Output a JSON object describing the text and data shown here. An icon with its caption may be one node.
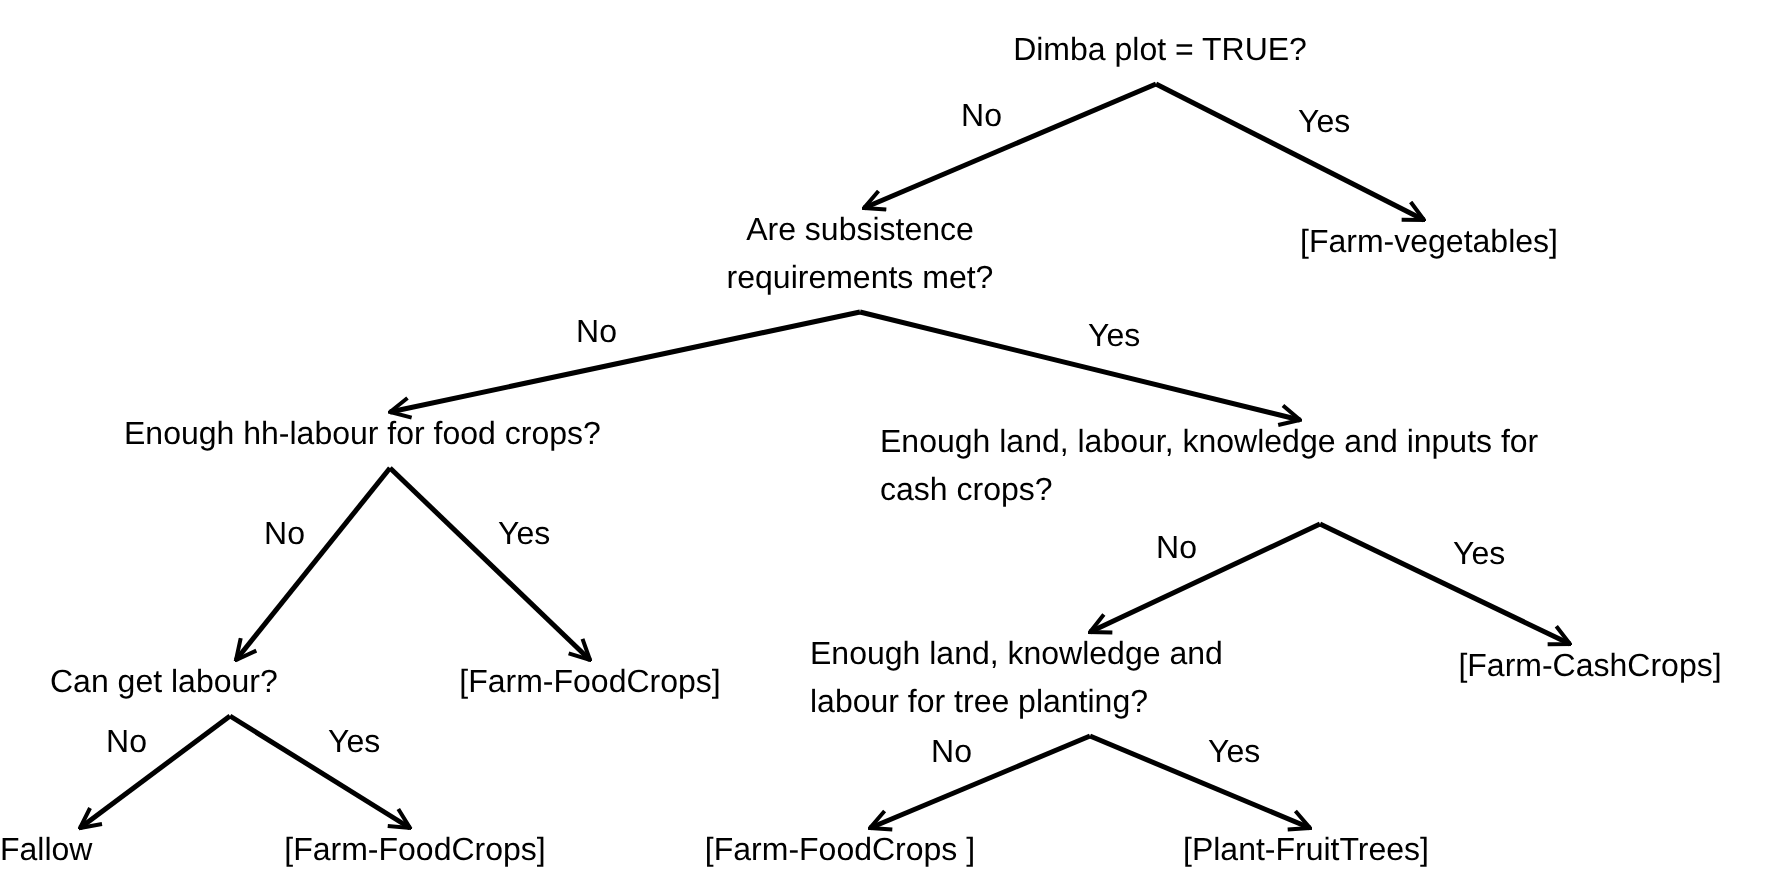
{
  "diagram": {
    "nodes": [
      {
        "text": [
          "Dimba plot = TRUE?"
        ]
      },
      {
        "text": [
          "Are subsistence requirements met?"
        ]
      },
      {
        "text": [
          "[Farm-vegetables]"
        ]
      },
      {
        "text": [
          "Enough hh-labour for food crops?"
        ]
      },
      {
        "text": [
          "Enough land, labour, knowledge and inputs for cash crops?"
        ]
      },
      {
        "text": [
          "Can get labour?"
        ]
      },
      {
        "text": [
          "[Farm-FoodCrops]"
        ]
      },
      {
        "text": [
          "Enough land, knowledge and labour for tree planting?"
        ]
      },
      {
        "text": [
          "[Farm-CashCrops]"
        ]
      },
      {
        "text": [
          "Fallow"
        ]
      },
      {
        "text": [
          "[Farm-FoodCrops]"
        ]
      },
      {
        "text": [
          "[Farm-FoodCrops ]"
        ]
      },
      {
        "text": [
          "[Plant-FruitTrees]"
        ]
      }
    ],
    "edges": [
      {
        "from": 0,
        "to": 1,
        "arrow": "to",
        "label": "No"
      },
      {
        "from": 0,
        "to": 2,
        "arrow": "to",
        "label": "Yes"
      },
      {
        "from": 1,
        "to": 3,
        "arrow": "to",
        "label": "No"
      },
      {
        "from": 1,
        "to": 4,
        "arrow": "to",
        "label": "Yes"
      },
      {
        "from": 3,
        "to": 5,
        "arrow": "to",
        "label": "No"
      },
      {
        "from": 3,
        "to": 6,
        "arrow": "to",
        "label": "Yes"
      },
      {
        "from": 4,
        "to": 7,
        "arrow": "to",
        "label": "No"
      },
      {
        "from": 4,
        "to": 8,
        "arrow": "to",
        "label": "Yes"
      },
      {
        "from": 5,
        "to": 9,
        "arrow": "to",
        "label": "No"
      },
      {
        "from": 5,
        "to": 10,
        "arrow": "to",
        "label": "Yes"
      },
      {
        "from": 7,
        "to": 11,
        "arrow": "to",
        "label": "No"
      },
      {
        "from": 7,
        "to": 12,
        "arrow": "to",
        "label": "Yes"
      }
    ]
  }
}
